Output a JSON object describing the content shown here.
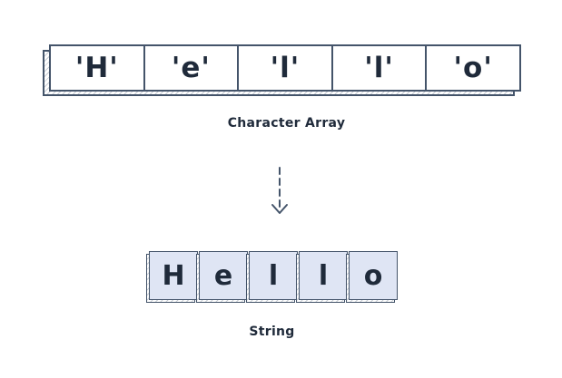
{
  "character_array": {
    "cells": [
      "'H'",
      "'e'",
      "'l'",
      "'l'",
      "'o'"
    ],
    "label": "Character Array"
  },
  "string": {
    "chars": [
      "H",
      "e",
      "l",
      "l",
      "o"
    ],
    "label": "String"
  },
  "colors": {
    "outline": "#44546a",
    "text": "#1f2a3a",
    "string_fill": "#dfe5f4"
  },
  "icons": {
    "connector": "dashed-down-arrow-icon"
  }
}
